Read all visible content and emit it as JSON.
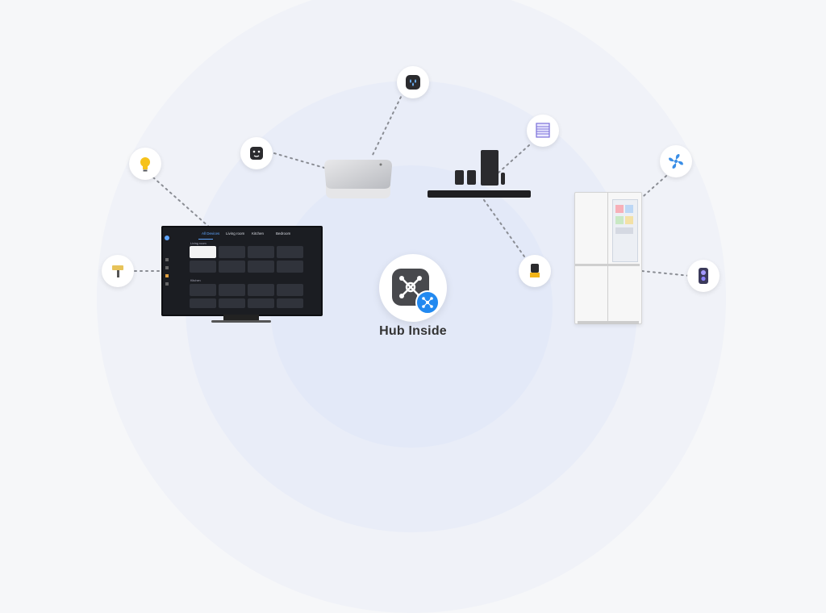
{
  "hub": {
    "label": "Hub Inside"
  },
  "tv": {
    "tabs": [
      "All Devices",
      "Living room",
      "Kitchen",
      "Bedroom"
    ],
    "sections": [
      "Living room",
      "Kitchen"
    ]
  },
  "icons": [
    "bulb-icon",
    "smart-plug-icon",
    "water-leak-sensor-icon",
    "blinds-icon",
    "fan-icon",
    "doorbell-icon",
    "robot-lawn-icon",
    "door-lock-icon"
  ],
  "colors": {
    "accent": "#2289f0",
    "bulb": "#f6c21b",
    "fan": "#3a8ee6",
    "blinds": "#7a6fd8"
  }
}
